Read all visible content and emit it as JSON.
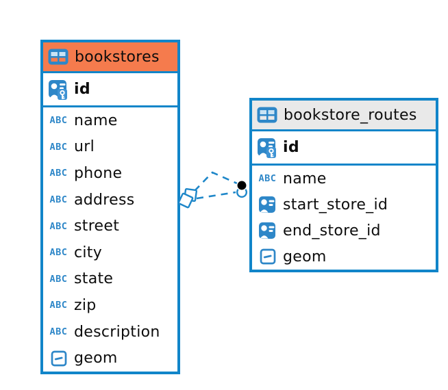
{
  "diagram": {
    "tables": [
      {
        "name": "bookstores",
        "header_color": "#F57B4D",
        "columns": [
          {
            "name": "id",
            "type": "primary-key"
          },
          {
            "name": "name",
            "type": "text"
          },
          {
            "name": "url",
            "type": "text"
          },
          {
            "name": "phone",
            "type": "text"
          },
          {
            "name": "address",
            "type": "text"
          },
          {
            "name": "street",
            "type": "text"
          },
          {
            "name": "city",
            "type": "text"
          },
          {
            "name": "state",
            "type": "text"
          },
          {
            "name": "zip",
            "type": "text"
          },
          {
            "name": "description",
            "type": "text"
          },
          {
            "name": "geom",
            "type": "geometry"
          }
        ]
      },
      {
        "name": "bookstore_routes",
        "header_color": "#E9E9E9",
        "columns": [
          {
            "name": "id",
            "type": "primary-key"
          },
          {
            "name": "name",
            "type": "text"
          },
          {
            "name": "start_store_id",
            "type": "reference"
          },
          {
            "name": "end_store_id",
            "type": "reference"
          },
          {
            "name": "geom",
            "type": "geometry"
          }
        ]
      }
    ],
    "relationships": [
      {
        "from": "bookstores",
        "to": "bookstore_routes",
        "style": "dashed",
        "from_marker": "diamond",
        "to_marker": "dot"
      },
      {
        "from": "bookstores",
        "to": "bookstore_routes",
        "style": "dashed",
        "from_marker": "diamond",
        "to_marker": "dot"
      }
    ]
  },
  "icons": {
    "text_type_label": "ABC"
  },
  "colors": {
    "border_blue": "#1185C9",
    "icon_blue": "#2E87C8",
    "line_blue": "#1E87C9",
    "header_orange": "#F57B4D",
    "header_gray": "#E9E9E9",
    "icon_cell_light_blue": "#C9E3F4",
    "text": "#0d0d0d",
    "canvas_background": "#FFFFFF"
  }
}
